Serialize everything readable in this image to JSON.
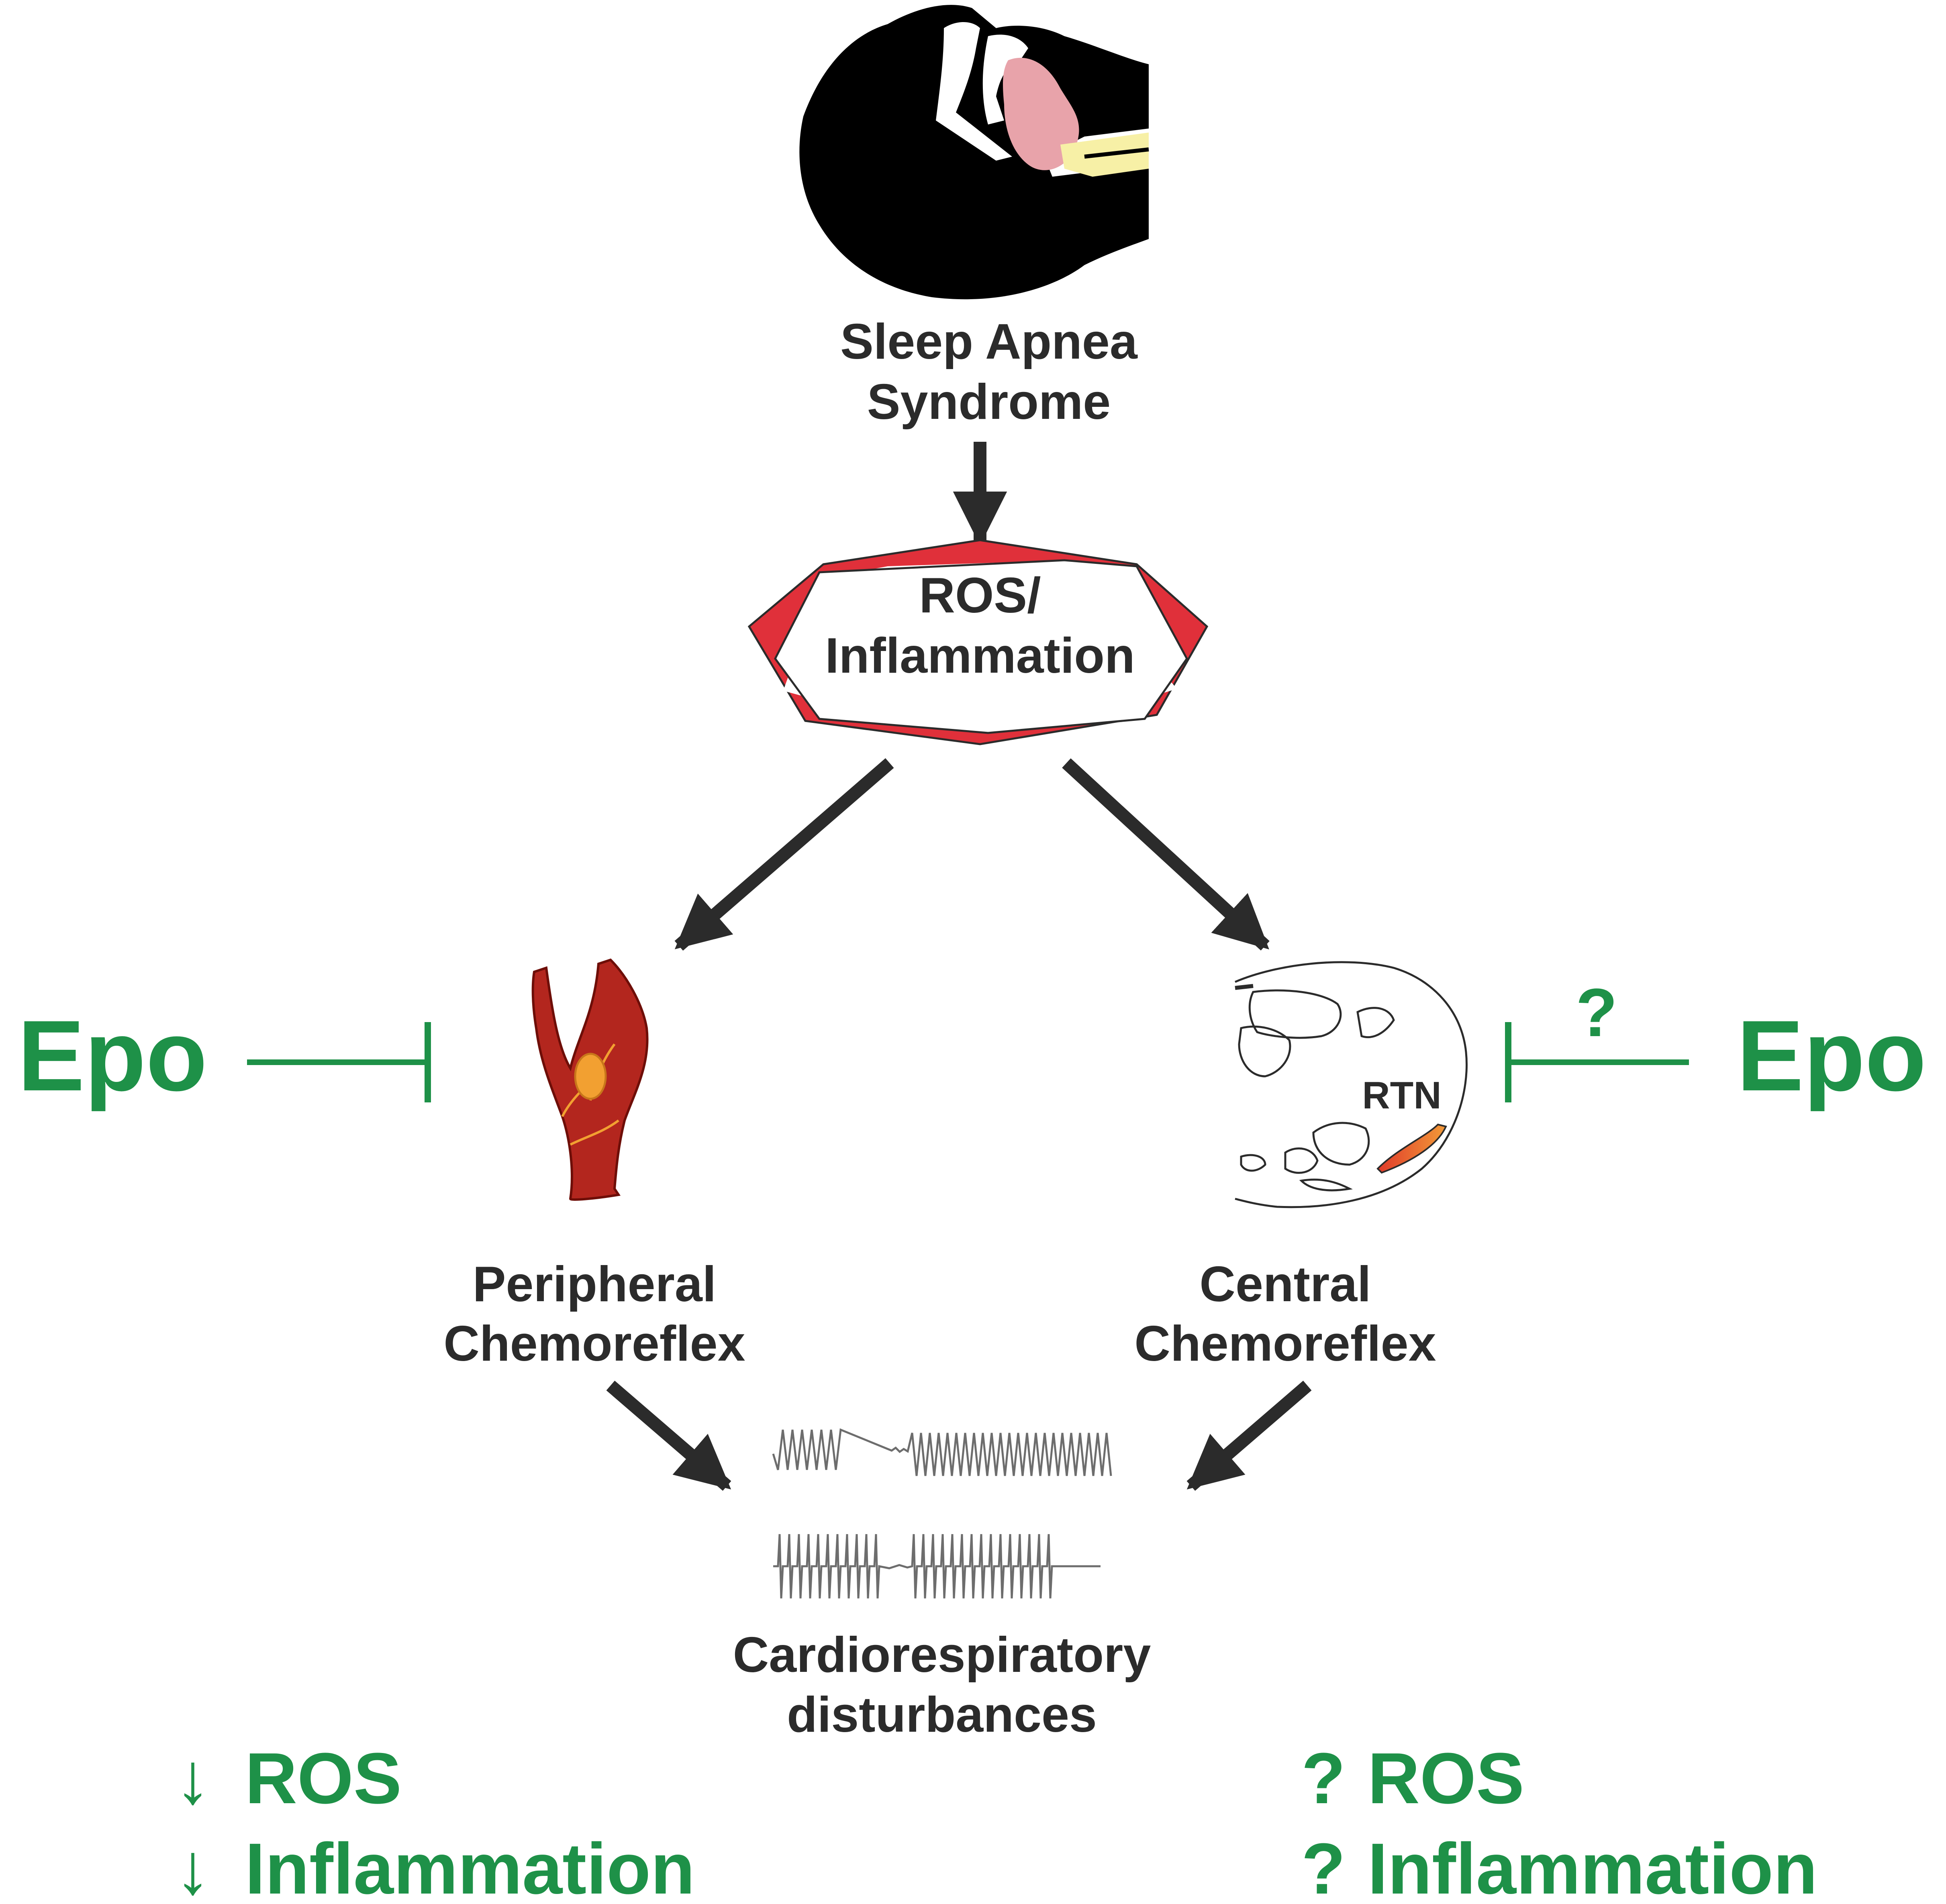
{
  "diagram": {
    "top_label": [
      "Sleep Apnea",
      "Syndrome"
    ],
    "center_label": [
      "ROS/",
      "Inflammation"
    ],
    "left_node": [
      "Peripheral",
      "Chemoreflex"
    ],
    "right_node": [
      "Central",
      "Chemoreflex"
    ],
    "right_node_region_label": "RTN",
    "bottom_label": [
      "Cardiorespiratory",
      "disturbances"
    ],
    "left_inhibitor": {
      "label": "Epo",
      "qualifier": ""
    },
    "right_inhibitor": {
      "label": "Epo",
      "qualifier": "?"
    },
    "left_effects": [
      {
        "marker": "↓",
        "text": "ROS"
      },
      {
        "marker": "↓",
        "text": "Inflammation"
      }
    ],
    "right_effects": [
      {
        "marker": "?",
        "text": "ROS"
      },
      {
        "marker": "?",
        "text": "Inflammation"
      }
    ]
  },
  "colors": {
    "arrow": "#2b2b2b",
    "green": "#1e9148",
    "star_red": "#e0303a",
    "carotid_red": "#b3261e",
    "carotid_body": "#f2a031",
    "tongue_pink": "#e8a3aa",
    "airway_yellow": "#f7f0a6",
    "rtn_orange": "#e8542a"
  },
  "icons": [
    "head-silhouette-icon",
    "carotid-body-icon",
    "brainstem-section-icon",
    "respiratory-trace-icon",
    "ecg-trace-icon"
  ]
}
